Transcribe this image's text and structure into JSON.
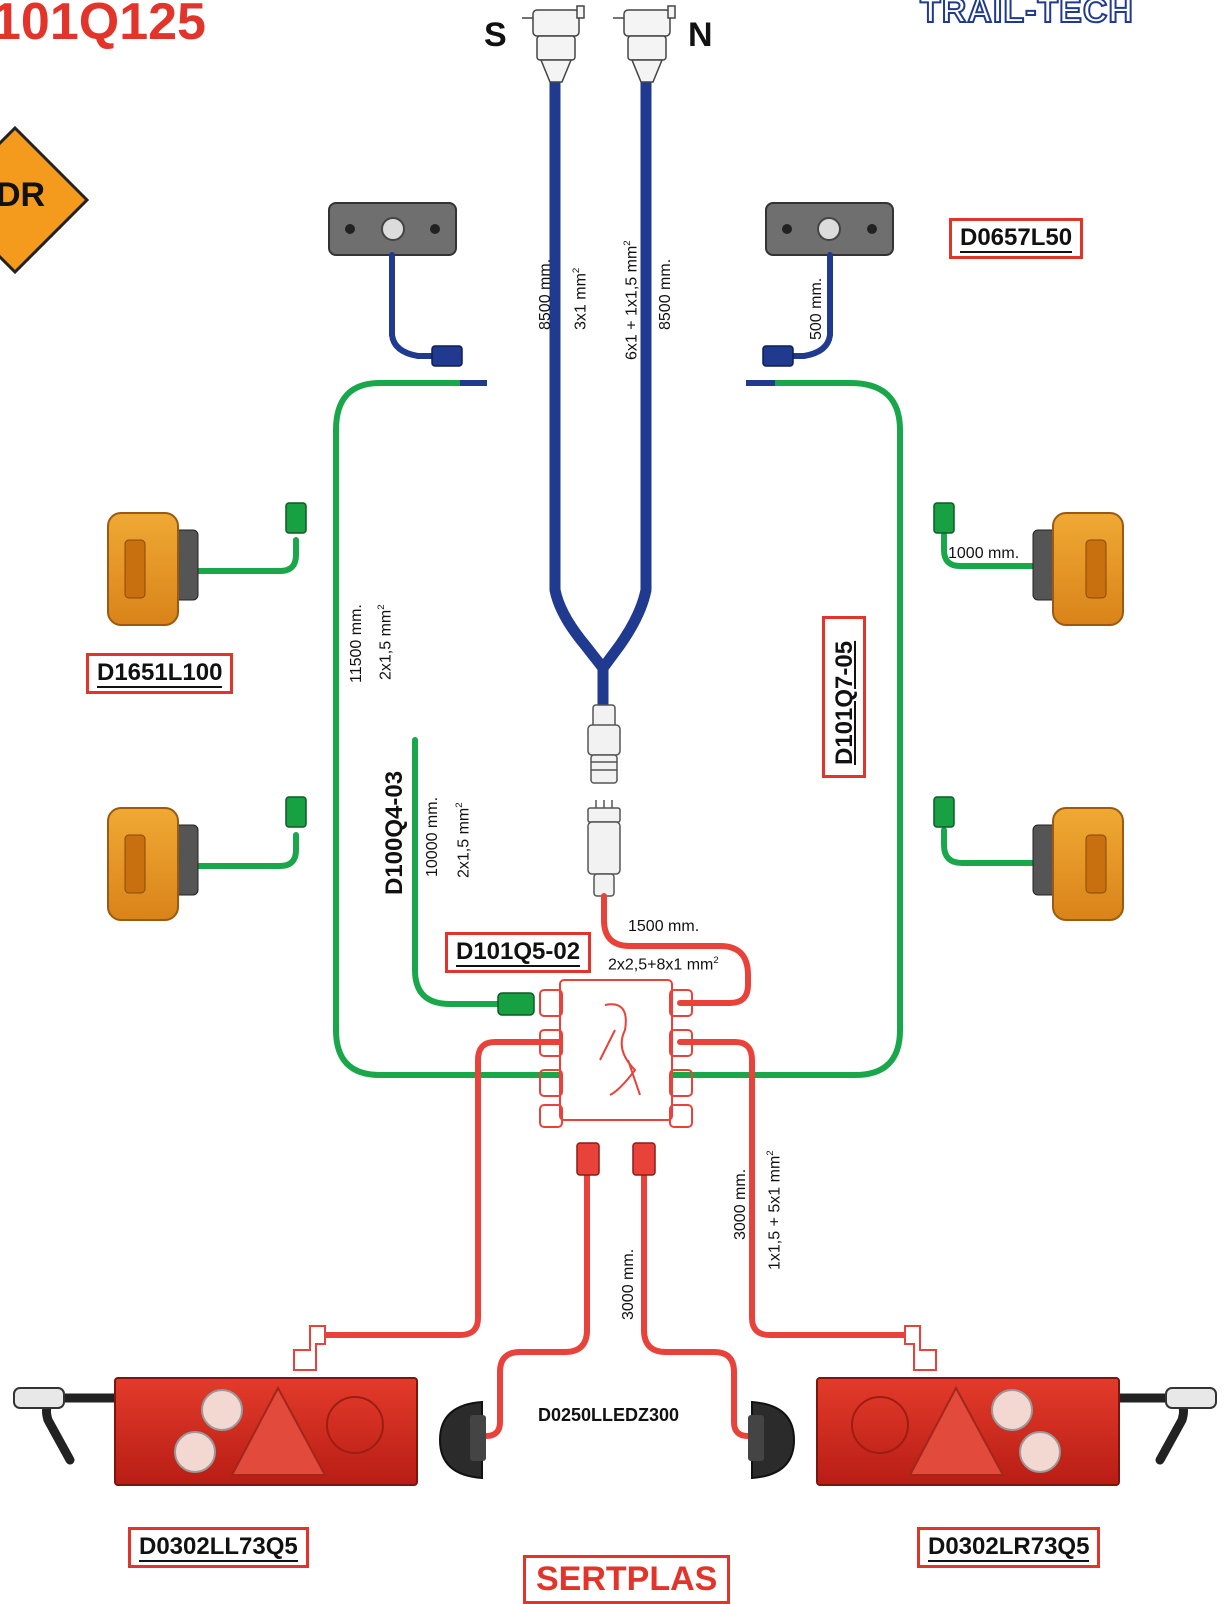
{
  "title": "101Q125",
  "logo_text": "TRAIL-TECH",
  "brand_text": "SERTPLAS",
  "badge_text": "DR",
  "connectors": {
    "s": "S",
    "n": "N"
  },
  "colors": {
    "blue_cable": "#1f3a8f",
    "green_cable": "#1aa64a",
    "red_cable": "#e8423a",
    "label_border": "#e2342b",
    "title": "#e2342b",
    "amber": "#e79a26"
  },
  "parts": {
    "front_marker": "D0657L50",
    "side_left": "D1651L100",
    "harness_right": "D101Q7-05",
    "harness_left": "D100Q4-03",
    "junction": "D101Q5-02",
    "plate_light": "D0250LLEDZ300",
    "rear_left": "D0302LL73Q5",
    "rear_right": "D0302LR73Q5"
  },
  "cables": {
    "s_length": "8500 mm.",
    "s_section": "3x1 mm",
    "n_section": "6x1 + 1x1,5 mm",
    "n_length": "8500 mm.",
    "marker_length": "500 mm.",
    "left_length": "11500 mm.",
    "left_section": "2x1,5 mm",
    "side_length": "1000 mm.",
    "d100_length": "10000 mm.",
    "d100_section": "2x1,5 mm",
    "junction_length": "1500 mm.",
    "junction_section": "2x2,5+8x1 mm",
    "rear_length": "3000 mm.",
    "rear_section": "1x1,5 + 5x1 mm",
    "plate_length": "3000 mm."
  },
  "superscript": "2"
}
